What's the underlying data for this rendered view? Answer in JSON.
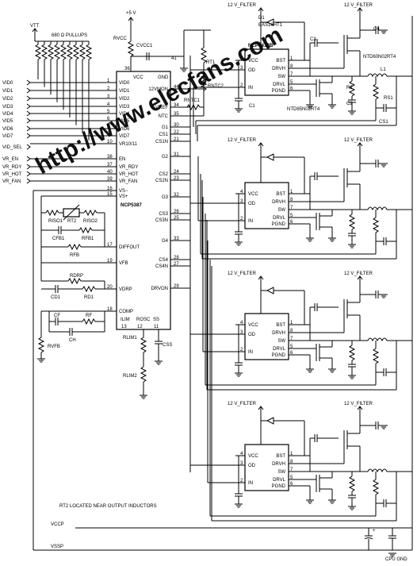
{
  "power": {
    "vtt": "VTT",
    "pullups": "680 Ω PULLUPS",
    "v5": "+5 V",
    "rvcc": "RVCC",
    "cvcc1": "CVCC1",
    "v12": "12 V_FILTER"
  },
  "controller": {
    "name": "NCP5387",
    "vcc": "VCC",
    "gnd": "GND",
    "vcc_pin": "36",
    "gnd_pin": "41",
    "left_pins": [
      {
        "label": "VID0",
        "pin": "1"
      },
      {
        "label": "VID1",
        "pin": "2"
      },
      {
        "label": "VID2",
        "pin": "3"
      },
      {
        "label": "VID3",
        "pin": "4"
      },
      {
        "label": "VID4",
        "pin": "5"
      },
      {
        "label": "VID5",
        "pin": "6"
      },
      {
        "label": "VID6",
        "pin": "9"
      },
      {
        "label": "VID7",
        "pin": "8"
      },
      {
        "label": "VR10/11",
        "pin": "10"
      },
      {
        "label": "EN",
        "pin": "38"
      },
      {
        "label": "VR_RDY",
        "pin": "37"
      },
      {
        "label": "VR_HOT",
        "pin": "40"
      },
      {
        "label": "VR_FAN",
        "pin": "39"
      },
      {
        "label": "VS−",
        "pin": "16"
      },
      {
        "label": "VS+",
        "pin": "15"
      },
      {
        "label": "DIFFOUT",
        "pin": "17"
      },
      {
        "label": "VFB",
        "pin": "19"
      },
      {
        "label": "VDRP",
        "pin": "20"
      },
      {
        "label": "COMP",
        "pin": "18"
      }
    ],
    "right_pins": [
      {
        "label": "12VMON",
        "pin": "44"
      },
      {
        "label": "VREF",
        "pin": "34"
      },
      {
        "label": "NTC",
        "pin": "35"
      },
      {
        "label": "G1",
        "pin": "30"
      },
      {
        "label": "CS1",
        "pin": "22"
      },
      {
        "label": "CS1N",
        "pin": "21"
      },
      {
        "label": "G2",
        "pin": "31"
      },
      {
        "label": "CS2",
        "pin": "24"
      },
      {
        "label": "CS2N",
        "pin": "23"
      },
      {
        "label": "G3",
        "pin": "32"
      },
      {
        "label": "CS3",
        "pin": "26"
      },
      {
        "label": "CS3N",
        "pin": "25"
      },
      {
        "label": "G4",
        "pin": "33"
      },
      {
        "label": "CS4",
        "pin": "28"
      },
      {
        "label": "CS4N",
        "pin": "27"
      },
      {
        "label": "DRVON",
        "pin": "29"
      }
    ],
    "bottom_pins": [
      {
        "label": "ILIM",
        "pin": "13"
      },
      {
        "label": "ROSC",
        "pin": "12"
      },
      {
        "label": "SS",
        "pin": "11"
      }
    ]
  },
  "left_nets": [
    "VID0",
    "VID1",
    "VID2",
    "VID3",
    "VID4",
    "VID5",
    "VID6",
    "VID7",
    "VID_SEL",
    "VR_EN",
    "VR_RDY",
    "VR_HOT",
    "VR_FAN"
  ],
  "feedback": {
    "riso1": "RISO1",
    "rt2": "RT2",
    "riso2": "RISO2",
    "cfb1": "CFB1",
    "rfb1": "RFB1",
    "rfb": "RFB",
    "rdrp": "RDRP",
    "cd1": "CD1",
    "rd1": "RD1",
    "cf": "CF",
    "rf": "RF",
    "ch": "CH",
    "rvfb": "RVFB",
    "rlim1": "RLIM1",
    "rlim2": "RLIM2",
    "css": "CSS",
    "rntc1": "RNTC1",
    "rntc2": "RNTC2",
    "rt1": "RT1"
  },
  "driver": {
    "name": "NCP3418B",
    "pins_left": [
      {
        "label": "VCC",
        "pin": "4"
      },
      {
        "label": "OD",
        "pin": "3"
      },
      {
        "label": "IN",
        "pin": "2"
      }
    ],
    "pins_right": [
      {
        "label": "BST",
        "pin": "1"
      },
      {
        "label": "DRVH",
        "pin": "8"
      },
      {
        "label": "SW",
        "pin": "7"
      },
      {
        "label": "DRVL",
        "pin": "5"
      },
      {
        "label": "PGND",
        "pin": "6"
      }
    ]
  },
  "phase1": {
    "d1": "D1",
    "d1_part": "BAS16HT1",
    "c3": "C3",
    "c4": "C4",
    "q_high": "NTD60N02RT4",
    "q_low": "NTD85N02RT4",
    "r2": "R2",
    "c2": "C2",
    "l1": "L1",
    "rs1": "RS1",
    "cs1": "CS1",
    "c1": "C1"
  },
  "notes": {
    "rt2_note": "RT2 LOCATED NEAR OUTPUT INDUCTORS",
    "vccp": "VCCP",
    "vssp": "VSSP",
    "cpu_gnd": "CPU GND",
    "plus": "+"
  },
  "watermark": "http://www.elecfans.com"
}
